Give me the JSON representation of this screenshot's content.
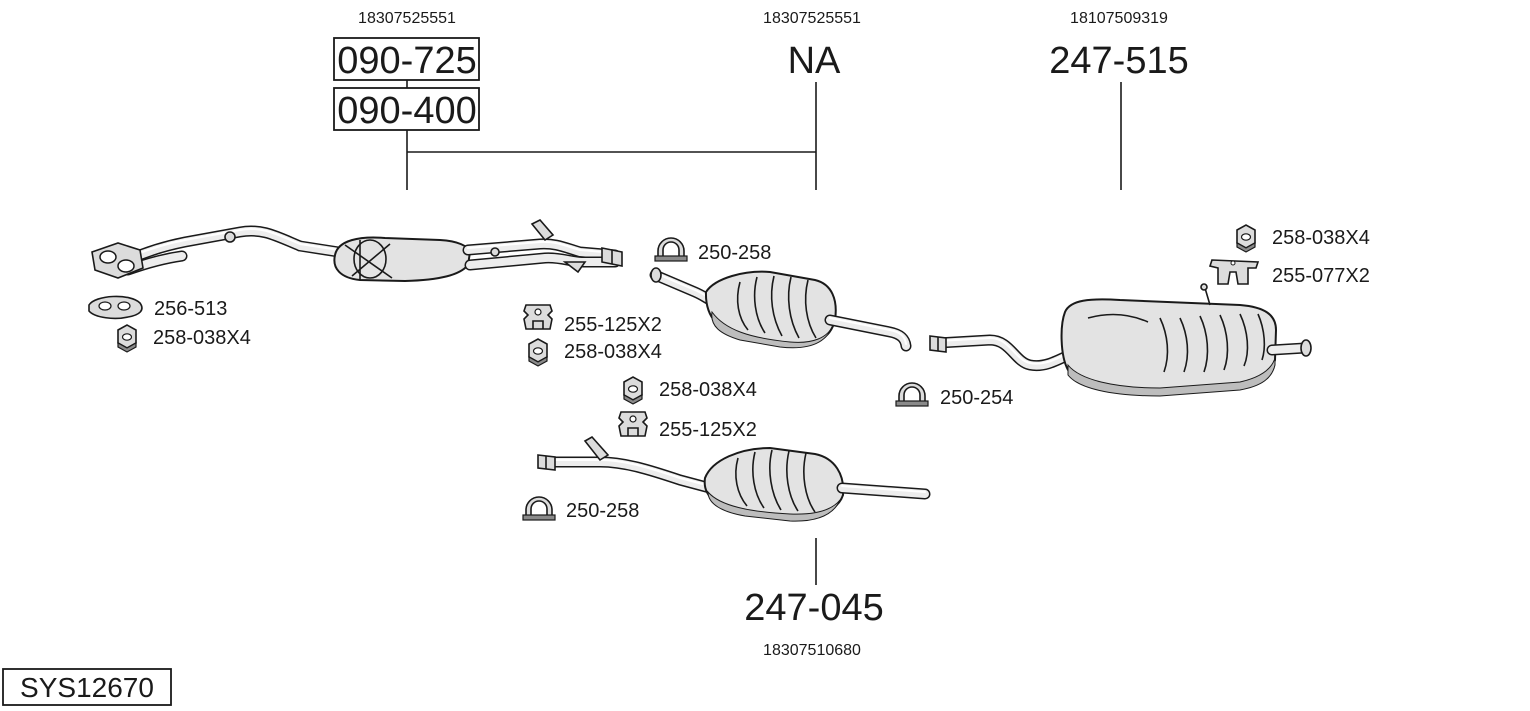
{
  "diagram": {
    "system_code": "SYS12670",
    "parts": [
      {
        "oem": "18307525551",
        "refs": [
          "090-725",
          "090-400"
        ]
      },
      {
        "oem": "18307525551",
        "refs": [
          "NA"
        ]
      },
      {
        "oem": "18107509319",
        "refs": [
          "247-515"
        ]
      },
      {
        "oem": "18307510680",
        "refs": [
          "247-045"
        ]
      }
    ],
    "accessories": [
      {
        "icon": "gasket-icon",
        "label": "256-513"
      },
      {
        "icon": "nut-icon",
        "label": "258-038X4"
      },
      {
        "icon": "rubber-hanger-icon",
        "label": "255-125X2"
      },
      {
        "icon": "nut-icon",
        "label": "258-038X4"
      },
      {
        "icon": "clamp-icon",
        "label": "250-258"
      },
      {
        "icon": "nut-icon",
        "label": "258-038X4"
      },
      {
        "icon": "rubber-hanger-icon",
        "label": "255-125X2"
      },
      {
        "icon": "clamp-icon",
        "label": "250-258"
      },
      {
        "icon": "clamp-icon",
        "label": "250-254"
      },
      {
        "icon": "nut-icon",
        "label": "258-038X4"
      },
      {
        "icon": "rubber-hanger-icon",
        "label": "255-077X2"
      }
    ]
  }
}
